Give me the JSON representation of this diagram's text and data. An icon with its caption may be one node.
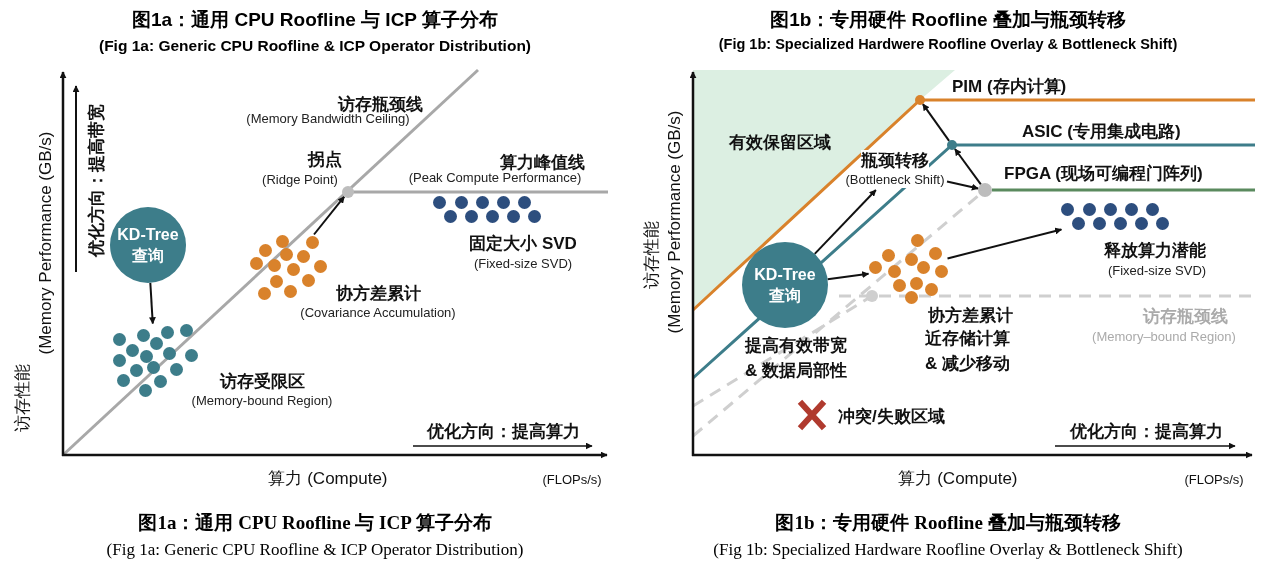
{
  "diagram": {
    "nodes": [
      {
        "text": [
          "KD-Tree 查询"
        ]
      },
      {
        "text": [],
        "shape": "dots",
        "beside": [
          "访存受限区",
          "(Memory-bound Region)"
        ]
      },
      {
        "text": [],
        "shape": "dots",
        "beside": [
          "协方差累计",
          "(Covariance Accumulation)"
        ]
      },
      {
        "text": [],
        "shape": "circle",
        "beside": [
          "拐点",
          "(Ridge Point)"
        ]
      },
      {
        "text": [],
        "shape": "dots",
        "beside": [
          "固定大小 SVD",
          "(Fixed-size SVD)"
        ]
      },
      {
        "text": [
          "KD-Tree 查询"
        ],
        "beside": [
          "提高有效带宽 & 数据局部性"
        ]
      },
      {
        "text": [],
        "shape": "dots",
        "beside": [
          "协方差累计",
          "近存储计算 & 减少移动"
        ]
      },
      {
        "text": [],
        "shape": "circle"
      },
      {
        "text": [],
        "shape": "dots",
        "beside": [
          "释放算力潜能",
          "(Fixed-size SVD)"
        ]
      },
      {
        "text": [
          "瓶颈转移",
          "(Bottleneck Shift)"
        ]
      },
      {
        "text": [],
        "shape": "circle"
      },
      {
        "text": [],
        "shape": "circle"
      }
    ],
    "edges": [
      {
        "from": 0,
        "to": 1,
        "arrow": "to"
      },
      {
        "from": 2,
        "to": 3,
        "arrow": "to"
      },
      {
        "from": 5,
        "to": 9,
        "arrow": "to"
      },
      {
        "from": 9,
        "to": 7,
        "arrow": "to"
      },
      {
        "from": 5,
        "to": 6,
        "arrow": "to"
      },
      {
        "from": 6,
        "to": 8,
        "arrow": "to"
      },
      {
        "from": 7,
        "to": 10,
        "arrow": "to"
      },
      {
        "from": 10,
        "to": 11,
        "arrow": "to"
      }
    ],
    "labels": [
      "图1a：通用 CPU Roofline 与 ICP 算子分布",
      "(Fig 1a: Generic CPU Roofline & ICP Operator Distribution)",
      "图1b：专用硬件 Roofline 叠加与瓶颈转移",
      "(Fig 1b: Specialized Hardwere Roofline Overlay & Bottleneck Shift)",
      "访存性能",
      "(Memory Performance (GB/s)",
      "优化方向：提高带宽",
      "访存瓶颈线",
      "(Memory Bandwidth Ceiling)",
      "算力峰值线",
      "(Peak Compute Performance)",
      "优化方向：提高算力",
      "算力 (Compute)",
      "(FLOPs/s)",
      "图1a：通用 CPU Roofline 与 ICP 算子分布",
      "(Fig 1a: Generic CPU Roofline & ICP Operator Distribution)",
      "有效保留区域",
      "PIM (存内计算)",
      "ASIC (专用集成电路)",
      "FPGA (现场可编程门阵列)",
      "访存性能",
      "(Memory Performance (GB/s)",
      "访存瓶颈线",
      "(Memory–bound Region)",
      "冲突/失败区域",
      "优化方向：提高算力",
      "算力 (Compute)",
      "(FLOPs/s)",
      "图1b：专用硬件 Roofline 叠加与瓶颈转移",
      "(Fig 1b: Specialized Hardware Roofline Overlay & Bottleneck Shift)"
    ]
  }
}
